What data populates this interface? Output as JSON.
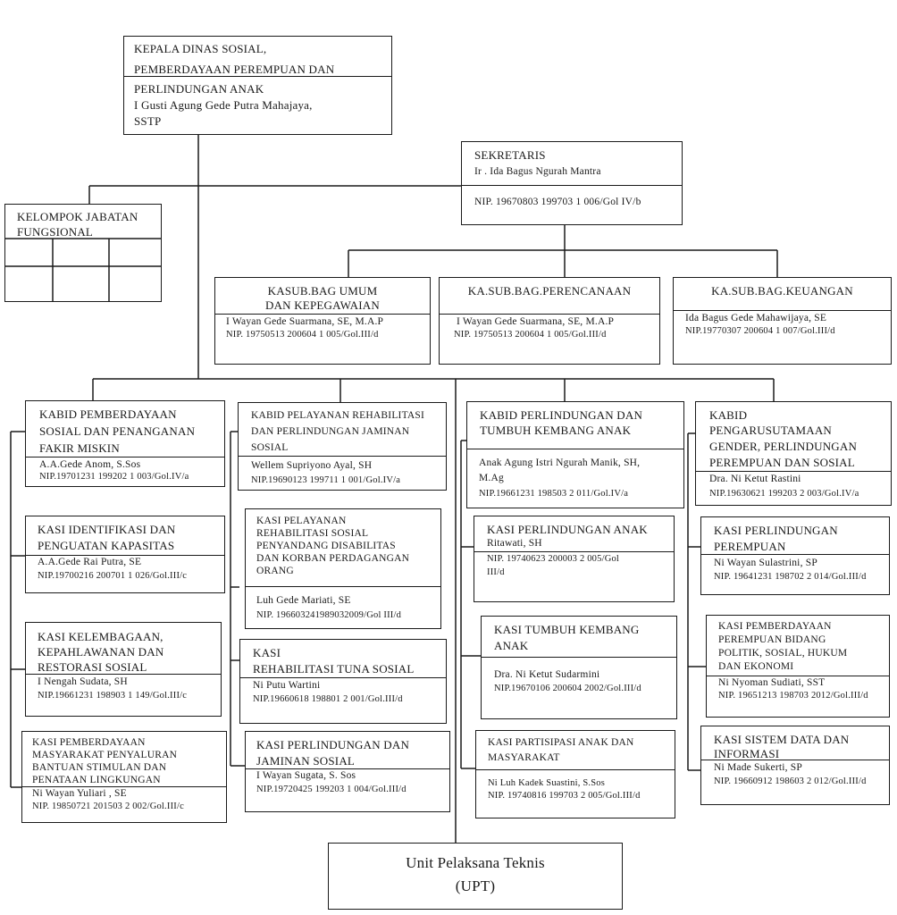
{
  "kepala": {
    "title_line1": "KEPALA DINAS SOSIAL,",
    "title_line2": "PEMBERDAYAAN PEREMPUAN DAN",
    "title_line3": "PERLINDUNGAN ANAK",
    "name_line1": "I Gusti Agung Gede Putra Mahajaya,",
    "name_line2": "SSTP"
  },
  "sekretaris": {
    "title": "SEKRETARIS",
    "name": "Ir . Ida Bagus Ngurah Mantra",
    "nip": "NIP. 19670803 199703 1 006/Gol IV/b"
  },
  "fungsional": {
    "title_line1": "KELOMPOK JABATAN",
    "title_line2": "FUNGSIONAL"
  },
  "subbag": [
    {
      "title_line1": "KASUB.BAG UMUM",
      "title_line2": "DAN KEPEGAWAIAN",
      "name": "I Wayan Gede Suarmana, SE, M.A.P",
      "nip": "NIP. 19750513 200604 1 005/Gol.III/d"
    },
    {
      "title_line1": "KA.SUB.BAG.PERENCANAAN",
      "title_line2": "",
      "name": "I Wayan Gede Suarmana, SE, M.A.P",
      "nip": "NIP. 19750513 200604 1 005/Gol.III/d"
    },
    {
      "title_line1": "KA.SUB.BAG.KEUANGAN",
      "title_line2": "",
      "name": "Ida Bagus Gede Mahawijaya, SE",
      "nip": "NIP.19770307 200604 1 007/Gol.III/d"
    }
  ],
  "kabid": [
    {
      "l1": "KABID PEMBERDAYAAN",
      "l2": "SOSIAL DAN PENANGANAN",
      "l3": "FAKIR MISKIN",
      "l4": "",
      "name": "A.A.Gede Anom, S.Sos",
      "name2": "",
      "nip": "NIP.19701231 199202 1 003/Gol.IV/a"
    },
    {
      "l1": "KABID PELAYANAN REHABILITASI",
      "l2": "DAN PERLINDUNGAN JAMINAN",
      "l3": "SOSIAL",
      "l4": "",
      "name": "Wellem Supriyono Ayal, SH",
      "name2": "",
      "nip": "NIP.19690123 199711 1 001/Gol.IV/a"
    },
    {
      "l1": "KABID PERLINDUNGAN DAN",
      "l2": "TUMBUH KEMBANG ANAK",
      "l3": "",
      "l4": "",
      "name": "Anak Agung Istri Ngurah Manik, SH,",
      "name2": "M.Ag",
      "nip": "NIP.19661231 198503 2 011/Gol.IV/a"
    },
    {
      "l1": "KABID",
      "l2": "PENGARUSUTAMAAN",
      "l3": "GENDER, PERLINDUNGAN",
      "l4": "PEREMPUAN DAN SOSIAL",
      "name": "Dra. Ni Ketut Rastini",
      "name2": "",
      "nip": "NIP.19630621 199203 2 003/Gol.IV/a"
    }
  ],
  "kasi": {
    "c1": [
      {
        "l1": "KASI IDENTIFIKASI DAN",
        "l2": "PENGUATAN KAPASITAS",
        "name": "A.A.Gede Rai Putra, SE",
        "nip": "NIP.19700216 200701 1 026/Gol.III/c"
      },
      {
        "l1": "KASI KELEMBAGAAN,",
        "l2": "KEPAHLAWANAN DAN",
        "l3": "RESTORASI SOSIAL",
        "name": "I Nengah Sudata, SH",
        "nip": "NIP.19661231 198903 1 149/Gol.III/c"
      },
      {
        "l1": "KASI PEMBERDAYAAN",
        "l2": "MASYARAKAT PENYALURAN",
        "l3": "BANTUAN STIMULAN DAN",
        "l4": "PENATAAN LINGKUNGAN",
        "name": "Ni Wayan Yuliari , SE",
        "nip": "NIP. 19850721 201503 2 002/Gol.III/c"
      }
    ],
    "c2": [
      {
        "l1": "KASI PELAYANAN",
        "l2": "REHABILITASI SOSIAL",
        "l3": "PENYANDANG DISABILITAS",
        "l4": "DAN KORBAN PERDAGANGAN",
        "l5": "ORANG",
        "name": "Luh Gede Mariati, SE",
        "nip": "NIP. 196603241989032009/Gol III/d"
      },
      {
        "l1": "KASI",
        "l2": "REHABILITASI TUNA SOSIAL",
        "name": "Ni Putu Wartini",
        "nip": "NIP.19660618 198801 2 001/Gol.III/d"
      },
      {
        "l1": "KASI PERLINDUNGAN DAN",
        "l2": "JAMINAN SOSIAL",
        "name": "I Wayan Sugata, S. Sos",
        "nip": "NIP.19720425 199203 1 004/Gol.III/d"
      }
    ],
    "c3": [
      {
        "l1": "KASI PERLINDUNGAN ANAK",
        "name": "Ritawati, SH",
        "nip": "NIP. 19740623 200003 2 005/Gol",
        "nip2": "III/d"
      },
      {
        "l1": "KASI TUMBUH KEMBANG",
        "l2": "ANAK",
        "name": "Dra. Ni Ketut Sudarmini",
        "nip": "NIP.19670106 200604 2002/Gol.III/d"
      },
      {
        "l1": "KASI PARTISIPASI ANAK DAN",
        "l2": "MASYARAKAT",
        "name": "Ni Luh Kadek Suastini, S.Sos",
        "nip": "NIP. 19740816 199703 2 005/Gol.III/d"
      }
    ],
    "c4": [
      {
        "l1": "KASI PERLINDUNGAN",
        "l2": "PEREMPUAN",
        "name": "Ni Wayan Sulastrini, SP",
        "nip": "NIP. 19641231 198702 2 014/Gol.III/d"
      },
      {
        "l1": "KASI PEMBERDAYAAN",
        "l2": "PEREMPUAN BIDANG",
        "l3": "POLITIK, SOSIAL, HUKUM",
        "l4": "DAN EKONOMI",
        "name": "Ni Nyoman Sudiati, SST",
        "nip": "NIP. 19651213 198703 2012/Gol.III/d"
      },
      {
        "l1": "KASI SISTEM DATA DAN",
        "l2": "INFORMASI",
        "name": "Ni Made Sukerti, SP",
        "nip": "NIP. 19660912 198603 2 012/Gol.III/d"
      }
    ]
  },
  "upt": {
    "line1": "Unit Pelaksana Teknis",
    "line2": "(UPT)"
  }
}
